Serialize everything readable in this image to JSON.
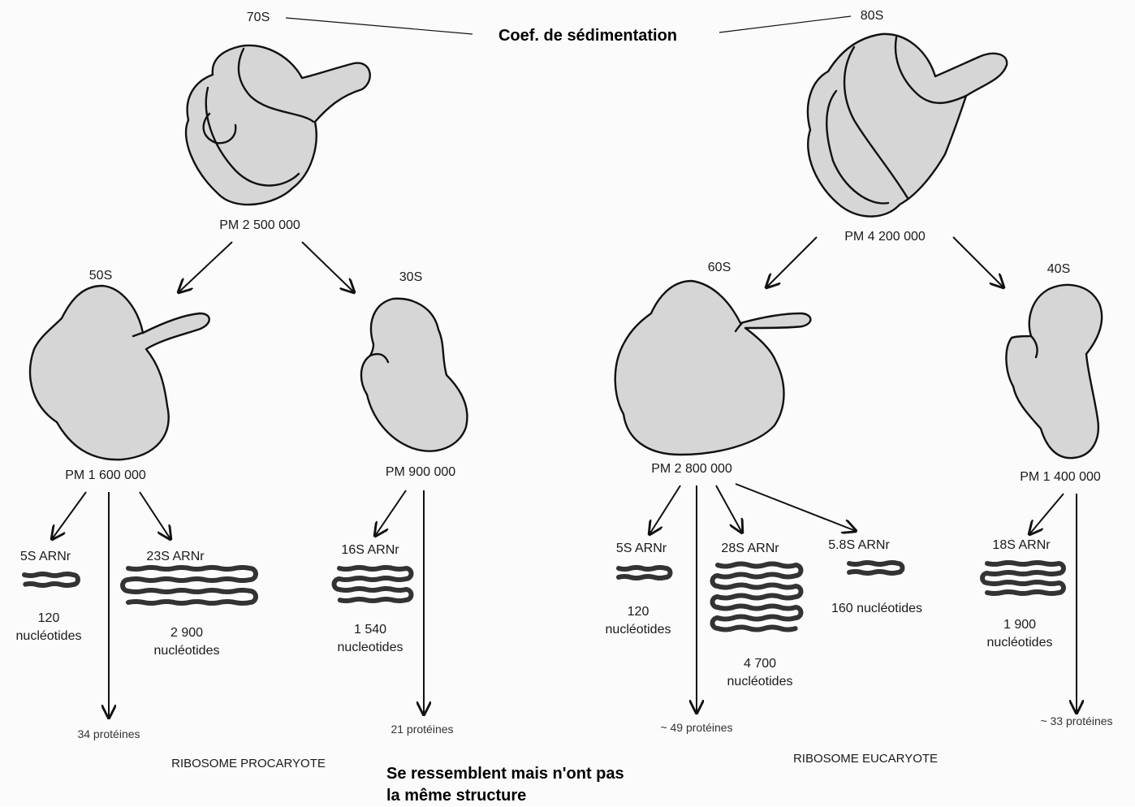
{
  "header": {
    "coef_label": "Coef. de sédimentation",
    "prok_whole": "70S",
    "euk_whole": "80S"
  },
  "prokaryote": {
    "whole_mass": "PM 2 500 000",
    "large": {
      "name": "50S",
      "mass": "PM 1 600 000"
    },
    "small": {
      "name": "30S",
      "mass": "PM 900 000"
    },
    "rna_5s": {
      "name": "5S ARNr",
      "count": "120",
      "unit": "nucléotides"
    },
    "rna_23s": {
      "name": "23S ARNr",
      "count": "2 900",
      "unit": "nucléotides"
    },
    "rna_16s": {
      "name": "16S ARNr",
      "count": "1 540",
      "unit": "nucleotides"
    },
    "proteins_large": "34 protéines",
    "proteins_small": "21 protéines",
    "caption": "RIBOSOME PROCARYOTE"
  },
  "eukaryote": {
    "whole_mass": "PM 4 200 000",
    "large": {
      "name": "60S",
      "mass": "PM 2 800 000"
    },
    "small": {
      "name": "40S",
      "mass": "PM 1 400 000"
    },
    "rna_5s": {
      "name": "5S ARNr",
      "count": "120",
      "unit": "nucléotides"
    },
    "rna_28s": {
      "name": "28S ARNr",
      "count": "4 700",
      "unit": "nucléotides"
    },
    "rna_58s": {
      "name": "5.8S ARNr",
      "count": "160 nucléotides"
    },
    "rna_18s": {
      "name": "18S ARNr",
      "count": "1 900",
      "unit": "nucléotides"
    },
    "proteins_large": "~ 49 protéines",
    "proteins_small": "~ 33 protéines",
    "caption": "RIBOSOME EUCARYOTE"
  },
  "footer": {
    "line1": "Se ressemblent mais n'ont pas",
    "line2": "la même structure"
  }
}
